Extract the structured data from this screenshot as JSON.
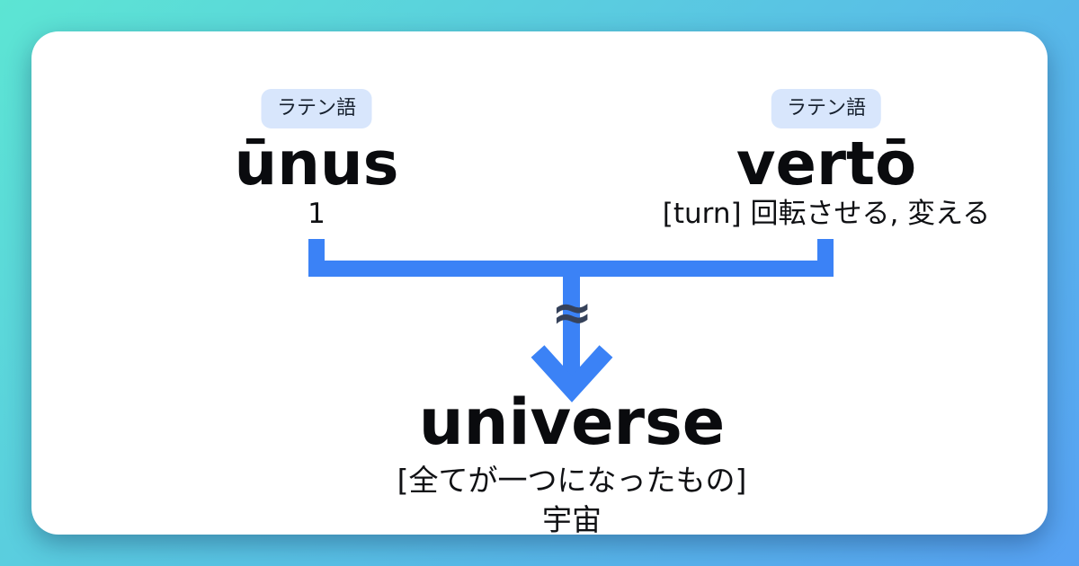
{
  "colors": {
    "background_gradient_start": "#5ce5d3",
    "background_gradient_end": "#57a1f3",
    "card_background": "#ffffff",
    "accent_blue": "#3b82f6",
    "badge_background": "#d8e6fc",
    "badge_text": "#16202e",
    "word_text": "#0a0b0e",
    "approx_symbol_color": "#36425a"
  },
  "roots": [
    {
      "language_label": "ラテン語",
      "word": "ūnus",
      "gloss": "1"
    },
    {
      "language_label": "ラテン語",
      "word": "vertō",
      "gloss": "[turn] 回転させる, 変える"
    }
  ],
  "connector": {
    "approx_symbol": "≈"
  },
  "result": {
    "word": "universe",
    "gloss_literal": "[全てが一つになったもの]",
    "gloss_meaning": "宇宙"
  }
}
